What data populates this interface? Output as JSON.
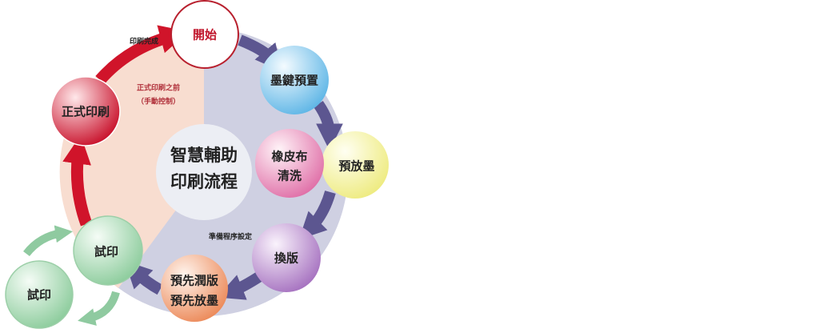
{
  "title": {
    "line1": "智慧輔助",
    "line2": "印刷流程"
  },
  "nodes": {
    "start": "開始",
    "ink_key_preset": "墨鍵預置",
    "blanket_wash": {
      "line1": "橡皮布",
      "line2": "清洗"
    },
    "pre_ink": "預放墨",
    "plate_change": "換版",
    "pre_damp": {
      "line1": "預先潤版",
      "line2": "預先放墨"
    },
    "test_print": "試印",
    "test_print_repeat": "試印",
    "production_print": "正式印刷"
  },
  "labels": {
    "print_complete": "印刷完成",
    "before_production": "正式印刷之前",
    "manual_control": "（手動控制）",
    "prep_setup": "準備程序設定"
  },
  "colors": {
    "red": "#d0142a",
    "purple": "#5c5690",
    "green": "#8fcaa0",
    "peach": "#f8ddd0",
    "ring": "#cfd0e2"
  }
}
